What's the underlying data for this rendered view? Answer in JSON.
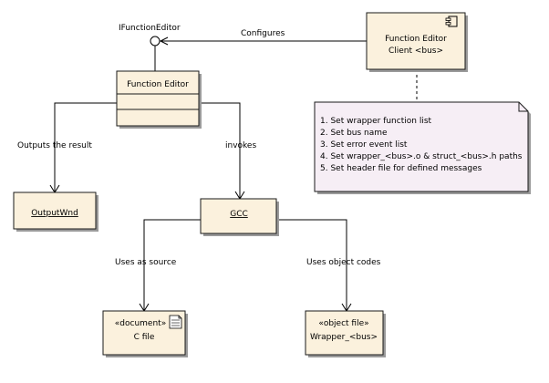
{
  "interface_label": "IFunctionEditor",
  "edges": {
    "configures": "Configures",
    "outputs": "Outputs the result",
    "invokes": "invokes",
    "uses_source": "Uses as source",
    "uses_object": "Uses object codes"
  },
  "nodes": {
    "function_editor": {
      "title": "Function Editor"
    },
    "client": {
      "line1": "Function Editor",
      "line2": "Client <bus>"
    },
    "output_wnd": {
      "title": "OutputWnd"
    },
    "gcc": {
      "title": "GCC"
    },
    "c_file": {
      "stereotype": "«document»",
      "title": "C file"
    },
    "wrapper": {
      "stereotype": "«object file»",
      "title": "Wrapper_<bus>"
    }
  },
  "note": {
    "lines": [
      "1. Set wrapper function list",
      "2. Set bus name",
      "3. Set error event list",
      "4. Set wrapper_<bus>.o & struct_<bus>.h paths",
      "5. Set header file for defined messages"
    ]
  },
  "icons": {
    "component": "component-icon",
    "document": "document-icon",
    "interface": "interface-lollipop-icon"
  }
}
